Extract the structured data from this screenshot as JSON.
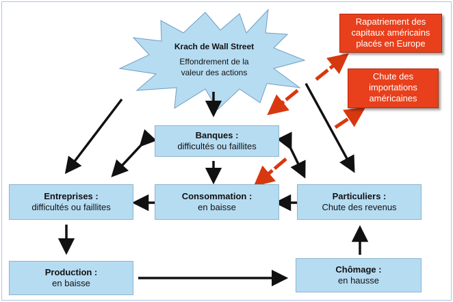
{
  "krach": {
    "title": "Krach de Wall Street",
    "line1": "Effondrement de la",
    "line2": "valeur des actions"
  },
  "banques": {
    "title": "Banques :",
    "sub": "difficultés ou faillites"
  },
  "entreprises": {
    "title": "Entreprises :",
    "sub": "difficultés ou faillites"
  },
  "consommation": {
    "title": "Consommation :",
    "sub": "en baisse"
  },
  "particuliers": {
    "title": "Particuliers :",
    "sub": "Chute des revenus"
  },
  "production": {
    "title": "Production :",
    "sub": "en baisse"
  },
  "chomage": {
    "title": "Chômage :",
    "sub": "en hausse"
  },
  "rapatriement": {
    "line1": "Rapatriement des",
    "line2": "capitaux américains",
    "line3": "placés en Europe"
  },
  "importations": {
    "line1": "Chute des",
    "line2": "importations",
    "line3": "américaines"
  },
  "colors": {
    "box_fill": "#b6dcf2",
    "red_fill": "#e8401c",
    "arrow": "#111111"
  }
}
